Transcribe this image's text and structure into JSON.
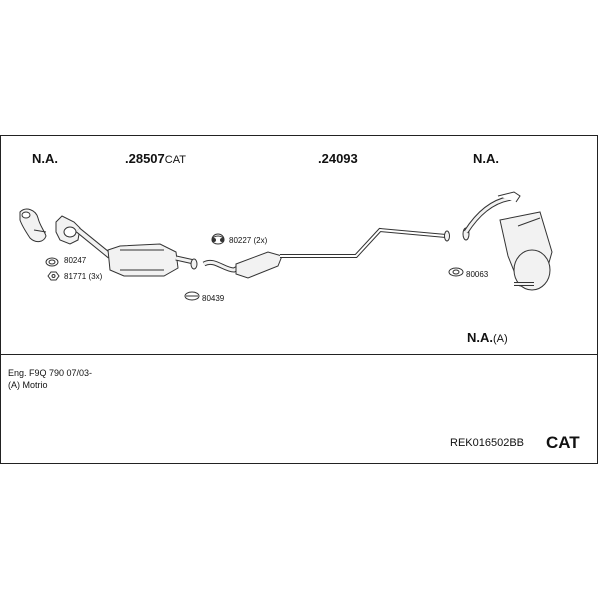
{
  "headers": {
    "h1": {
      "text": "N.A."
    },
    "h2": {
      "text": ".28507",
      "suffix": "CAT"
    },
    "h3": {
      "text": ".24093"
    },
    "h4": {
      "text": "N.A."
    },
    "h5": {
      "text": "N.A.",
      "suffix": "(A)"
    }
  },
  "parts": {
    "p80247": "80247",
    "p81771": "81771 (3x)",
    "p80227": "80227 (2x)",
    "p80439": "80439",
    "p80063": "80063"
  },
  "notes": {
    "engine": "Eng. F9Q 790   07/03-",
    "motrio": "(A) Motrio"
  },
  "reference": "REK016502BB",
  "badge": "CAT",
  "colors": {
    "line": "#333333",
    "part_fill": "#f2f2f2"
  }
}
